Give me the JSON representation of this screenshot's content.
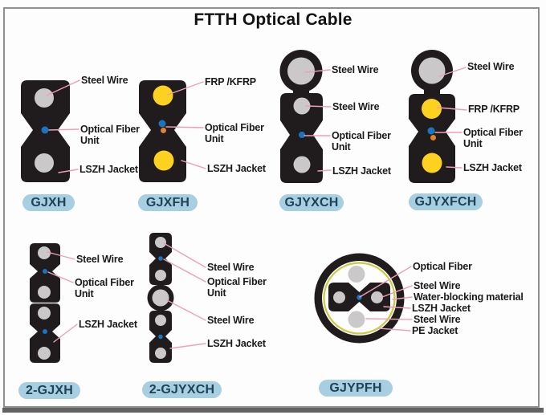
{
  "title": "FTTH Optical Cable",
  "cables": [
    {
      "name": "GJXH",
      "labels": [
        {
          "text": "Steel Wire"
        },
        {
          "text": "Optical Fiber\nUnit"
        },
        {
          "text": "LSZH Jacket"
        }
      ]
    },
    {
      "name": "GJXFH",
      "labels": [
        {
          "text": "FRP /KFRP"
        },
        {
          "text": "Optical Fiber\nUnit"
        },
        {
          "text": "LSZH Jacket"
        }
      ]
    },
    {
      "name": "GJYXCH",
      "labels": [
        {
          "text": "Steel Wire"
        },
        {
          "text": "Steel Wire"
        },
        {
          "text": "Optical Fiber\nUnit"
        },
        {
          "text": "LSZH Jacket"
        }
      ]
    },
    {
      "name": "GJYXFCH",
      "labels": [
        {
          "text": "Steel Wire"
        },
        {
          "text": "FRP /KFRP"
        },
        {
          "text": "Optical Fiber\nUnit"
        },
        {
          "text": "LSZH Jacket"
        }
      ]
    },
    {
      "name": "2-GJXH",
      "labels": [
        {
          "text": "Steel Wire"
        },
        {
          "text": "Optical Fiber\nUnit"
        },
        {
          "text": "LSZH Jacket"
        }
      ]
    },
    {
      "name": "2-GJYXCH",
      "labels": [
        {
          "text": "Steel Wire"
        },
        {
          "text": "Optical Fiber\nUnit"
        },
        {
          "text": "Steel Wire"
        },
        {
          "text": "LSZH Jacket"
        }
      ]
    },
    {
      "name": "GJYPFH",
      "labels": [
        {
          "text": "Optical Fiber"
        },
        {
          "text": "Steel Wire"
        },
        {
          "text": "Water-blocking material"
        },
        {
          "text": "LSZH Jacket"
        },
        {
          "text": "Steel Wire"
        },
        {
          "text": "PE Jacket"
        }
      ]
    }
  ],
  "colors": {
    "jacket_black": "#201c1d",
    "steel_wire_gray": "#cac8c9",
    "frp_yellow": "#fdd11f",
    "optical_fiber_blue": "#1a74c0",
    "fiber_orange": "#e2802d",
    "leader_line_pink": "#ef9fb5",
    "badge_background": "#a7cfe1",
    "badge_text": "#1e4258",
    "aramid_ring_yellow": "#cbc943"
  }
}
